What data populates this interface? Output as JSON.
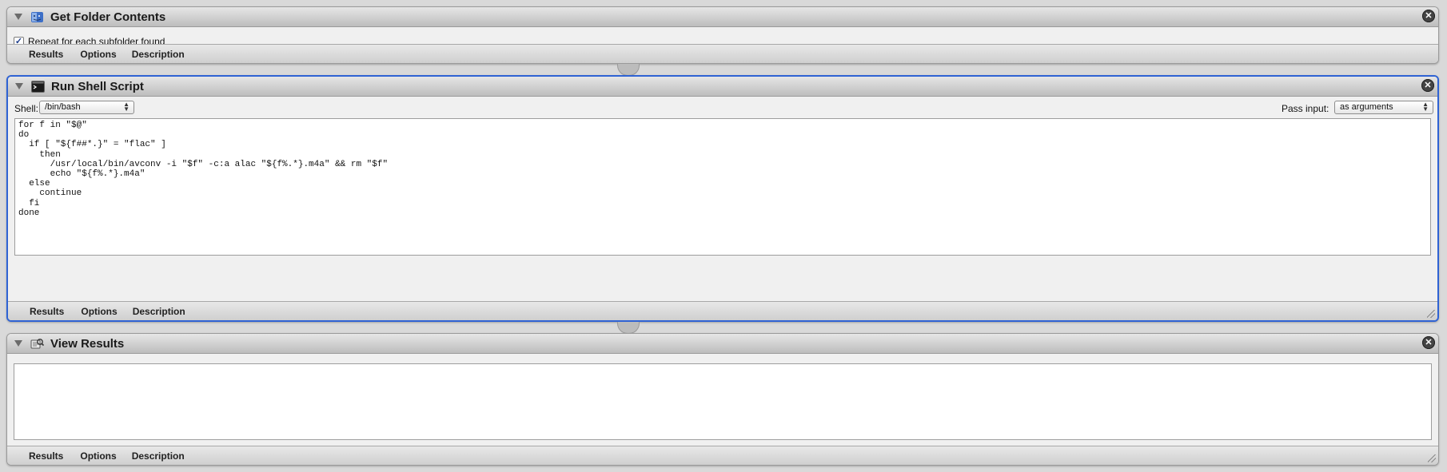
{
  "actions": {
    "get_folder": {
      "title": "Get Folder Contents",
      "checkbox_label": "Repeat for each subfolder found",
      "checkbox_checked": true
    },
    "shell": {
      "title": "Run Shell Script",
      "shell_label": "Shell:",
      "shell_value": "/bin/bash",
      "pass_input_label": "Pass input:",
      "pass_input_value": "as arguments",
      "script": "for f in \"$@\"\ndo\n  if [ \"${f##*.}\" = \"flac\" ]\n    then\n      /usr/local/bin/avconv -i \"$f\" -c:a alac \"${f%.*}.m4a\" && rm \"$f\"\n      echo \"${f%.*}.m4a\"\n  else\n    continue\n  fi\ndone"
    },
    "view_results": {
      "title": "View Results",
      "output": ""
    }
  },
  "footer": {
    "results": "Results",
    "options": "Options",
    "description": "Description"
  },
  "colors": {
    "selection_border": "#2f63d4",
    "panel_bg": "#f0f0f0"
  },
  "icons": {
    "get_folder": "finder-folder-icon",
    "shell": "terminal-icon",
    "view_results": "view-results-icon",
    "close": "close-icon"
  }
}
